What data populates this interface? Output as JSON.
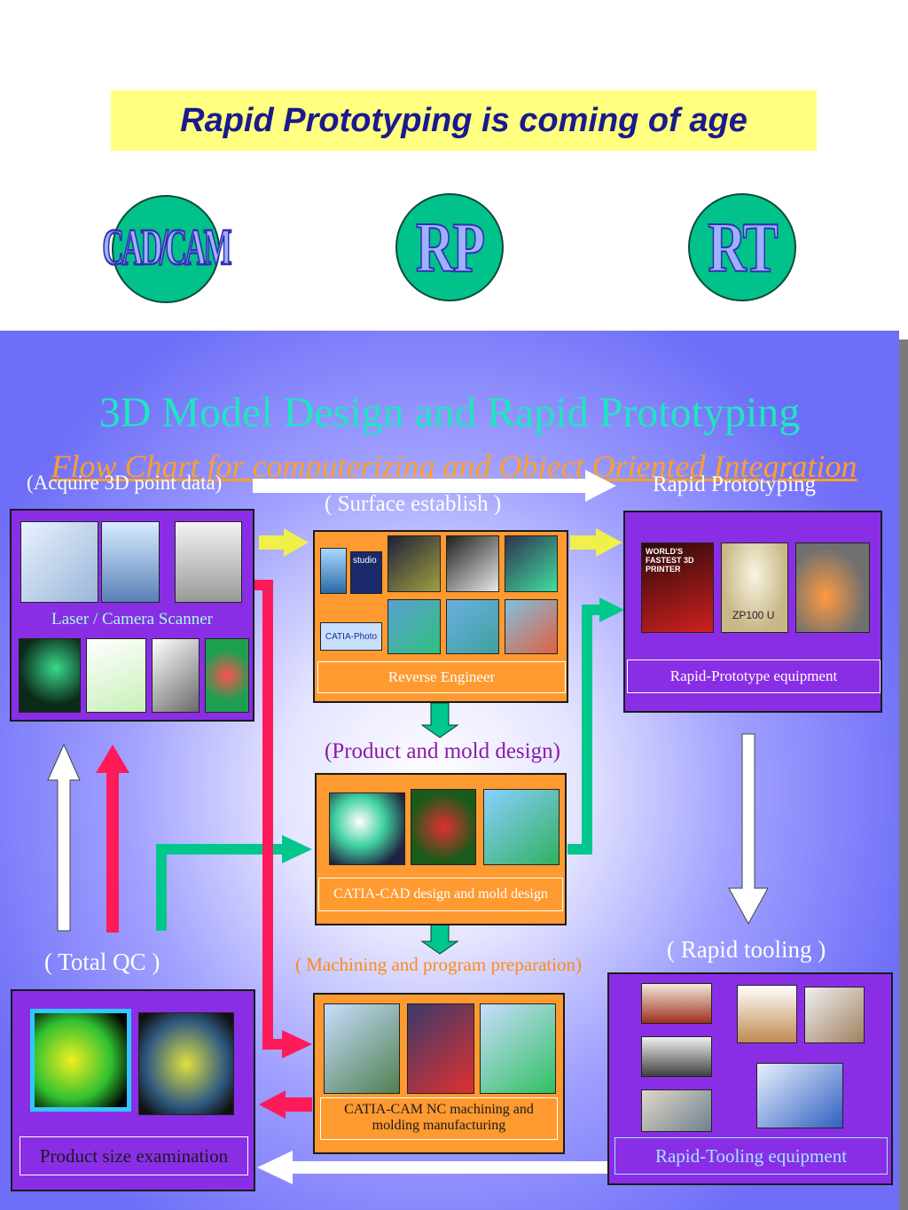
{
  "title": "Rapid Prototyping is coming of age",
  "circles": {
    "cad": "CAD/CAM",
    "rp": "RP",
    "rt": "RT"
  },
  "heading": "3D Model Design and Rapid Prototyping",
  "subheading": "Flow Chart for computerizing and Object Oriented  Integration",
  "labels": {
    "acquire": "(Acquire 3D point data)",
    "rapid_prototyping": "Rapid Prototyping",
    "surface": "( Surface establish )",
    "product_mold": "(Product and mold design)",
    "machining": "( Machining and program preparation)",
    "total_qc": "( Total QC )",
    "rapid_tooling": "( Rapid tooling )"
  },
  "boxes": {
    "scanner": {
      "caption": "Laser / Camera Scanner"
    },
    "reverse": {
      "caption": "Reverse Engineer",
      "logo": "CATIA-Photo Studio",
      "studio": "studio"
    },
    "rp_equipment": {
      "caption": "Rapid-Prototype equipment",
      "printer_text": "WORLD'S FASTEST 3D PRINTER",
      "zp_label": "ZP100 U"
    },
    "cad": {
      "caption": "CATIA-CAD design and mold design"
    },
    "cam": {
      "caption": "CATIA-CAM NC machining and molding manufacturing"
    },
    "qc": {
      "caption": "Product size examination"
    },
    "tooling": {
      "caption": "Rapid-Tooling equipment"
    }
  },
  "colors": {
    "green_arrow": "#00c88c",
    "pink_arrow": "#ff1a5a",
    "yellow_arrow": "#f0f04a",
    "white_arrow": "#ffffff"
  }
}
